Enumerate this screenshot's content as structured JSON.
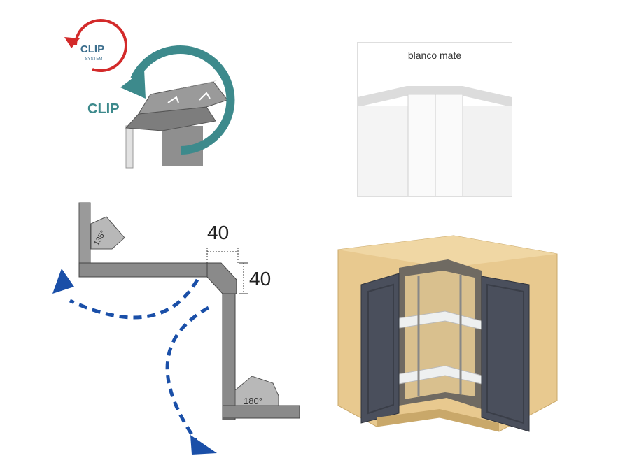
{
  "clip_diagram": {
    "badge_text": "CLIP",
    "badge_subtext": "SYSTEM",
    "clip_label": "CLIP",
    "colors": {
      "red_arrow": "#d32a2a",
      "teal_arrow": "#3d8a8c",
      "teal_text": "#3d8a8c"
    }
  },
  "finish_swatch": {
    "label": "blanco mate"
  },
  "hinge_diagram": {
    "dimension_horizontal": "40",
    "dimension_vertical": "40",
    "angle_top": "135°",
    "angle_bottom": "180°",
    "colors": {
      "arrow": "#1a4fa8",
      "panel": "#8a8a8a"
    }
  },
  "cabinet_render": {
    "colors": {
      "carcass": "#e8c98f",
      "door": "#4a4f5c",
      "shelf": "#eef0f0"
    }
  }
}
